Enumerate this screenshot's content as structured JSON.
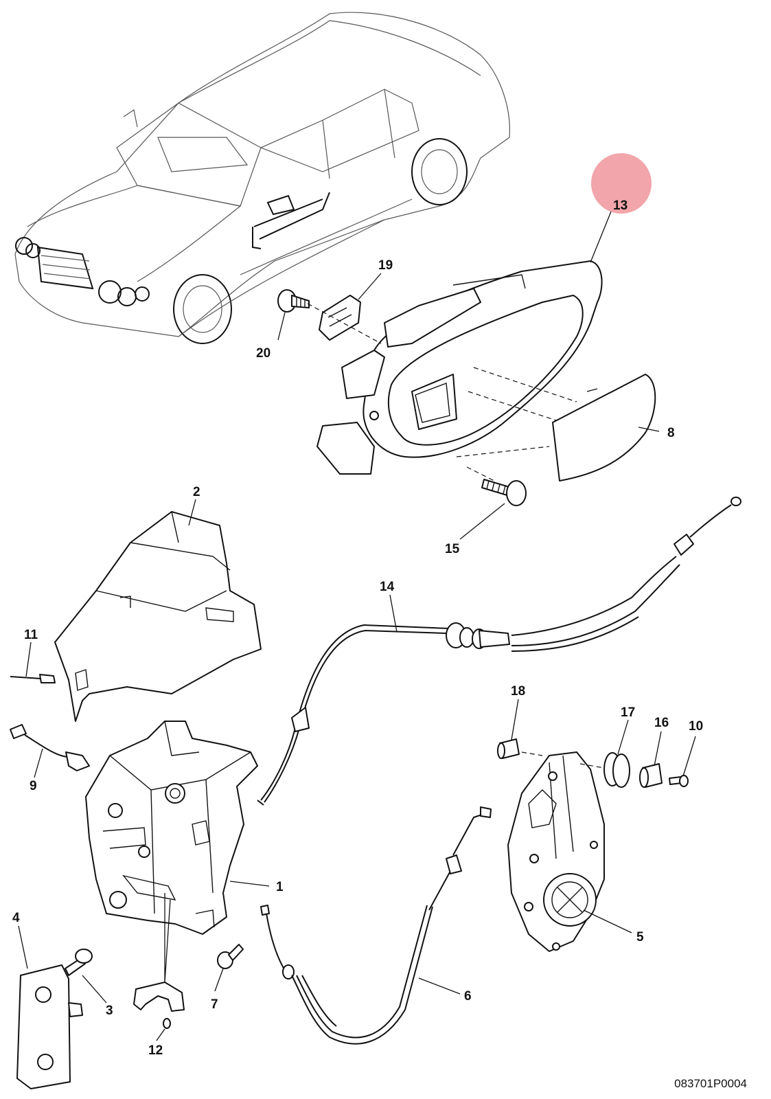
{
  "diagram": {
    "reference_code": "083701P0004",
    "highlight_color": "#f2a5aa",
    "highlighted_part": "13",
    "callouts": [
      {
        "id": "13",
        "name": "callout-13"
      },
      {
        "id": "19",
        "name": "callout-19"
      },
      {
        "id": "20",
        "name": "callout-20"
      },
      {
        "id": "8",
        "name": "callout-8"
      },
      {
        "id": "15",
        "name": "callout-15"
      },
      {
        "id": "2",
        "name": "callout-2"
      },
      {
        "id": "14",
        "name": "callout-14"
      },
      {
        "id": "11",
        "name": "callout-11"
      },
      {
        "id": "9",
        "name": "callout-9"
      },
      {
        "id": "18",
        "name": "callout-18"
      },
      {
        "id": "17",
        "name": "callout-17"
      },
      {
        "id": "16",
        "name": "callout-16"
      },
      {
        "id": "10",
        "name": "callout-10"
      },
      {
        "id": "1",
        "name": "callout-1"
      },
      {
        "id": "5",
        "name": "callout-5"
      },
      {
        "id": "4",
        "name": "callout-4"
      },
      {
        "id": "3",
        "name": "callout-3"
      },
      {
        "id": "7",
        "name": "callout-7"
      },
      {
        "id": "6",
        "name": "callout-6"
      },
      {
        "id": "12",
        "name": "callout-12"
      }
    ]
  }
}
